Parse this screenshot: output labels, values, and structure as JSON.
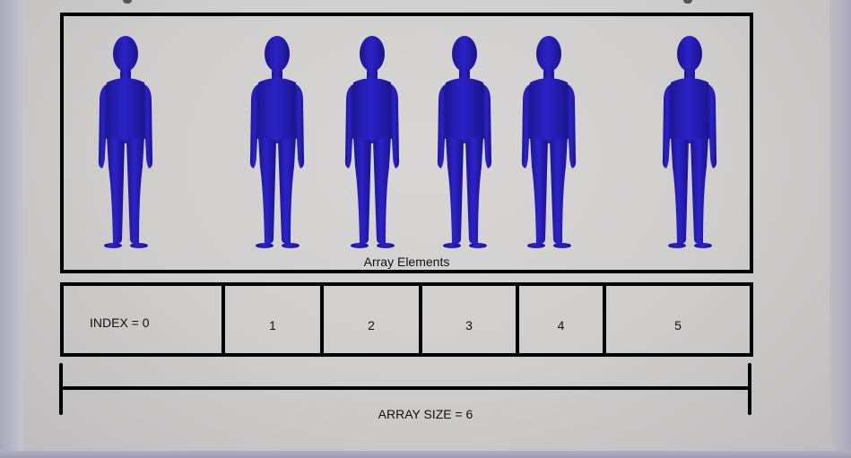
{
  "elements_label": "Array Elements",
  "indices": [
    "INDEX = 0",
    "1",
    "2",
    "3",
    "4",
    "5"
  ],
  "size_label": "ARRAY SIZE = 6",
  "figure": {
    "icon": "person-figure-icon",
    "color": "#2b22c8",
    "count": 6
  }
}
